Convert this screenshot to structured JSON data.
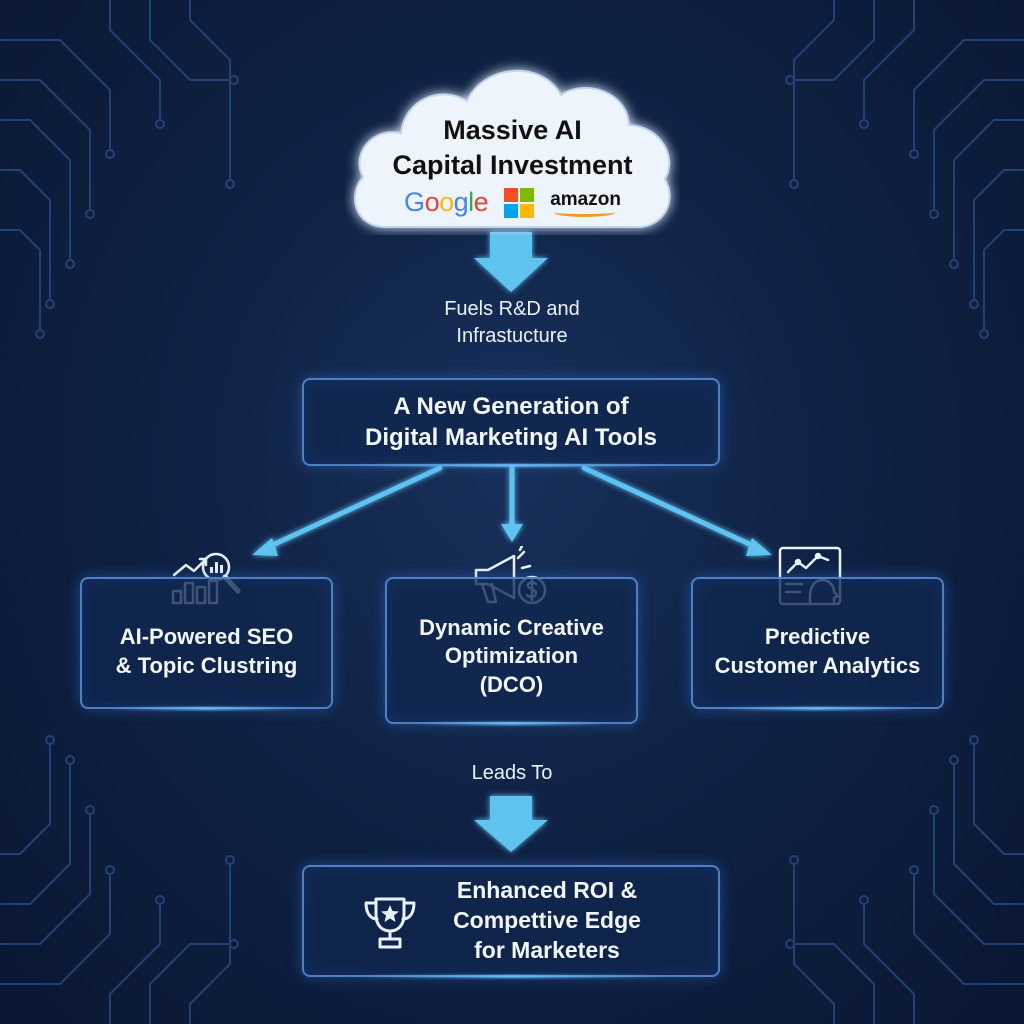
{
  "cloud": {
    "title_lines": [
      "Massive AI",
      "Capital Investment"
    ],
    "logos": {
      "google": {
        "text": "Google",
        "icon": "google-logo",
        "colors": [
          "#4285F4",
          "#EA4335",
          "#FBBC05",
          "#4285F4",
          "#34A853",
          "#EA4335"
        ]
      },
      "microsoft": {
        "icon": "microsoft-logo",
        "colors": [
          "#F25022",
          "#7FBA00",
          "#00A4EF",
          "#FFB900"
        ]
      },
      "amazon": {
        "text": "amazon",
        "icon": "amazon-logo"
      }
    }
  },
  "connector_1": {
    "lines": [
      "Fuels R&D and",
      "Infrastucture"
    ]
  },
  "hub": {
    "lines": [
      "A New Generation of",
      "Digital Marketing AI Tools"
    ]
  },
  "tools": [
    {
      "icon": "seo-analytics-icon",
      "lines": [
        "AI-Powered SEO",
        "& Topic Clustring"
      ]
    },
    {
      "icon": "megaphone-dollar-icon",
      "lines": [
        "Dynamic Creative",
        "Optimization",
        "(DCO)"
      ]
    },
    {
      "icon": "customer-analytics-icon",
      "lines": [
        "Predictive",
        "Customer Analytics"
      ]
    }
  ],
  "connector_2": {
    "text": "Leads To"
  },
  "outcome": {
    "icon": "trophy-icon",
    "lines": [
      "Enhanced ROI &",
      "Compettive Edge",
      "for Marketers"
    ]
  },
  "colors": {
    "background": "#0f2245",
    "box_border": "#4d7fc4",
    "glow": "#6fc8ff",
    "arrow": "#5fc3f0",
    "text": "#f2f6ff"
  }
}
